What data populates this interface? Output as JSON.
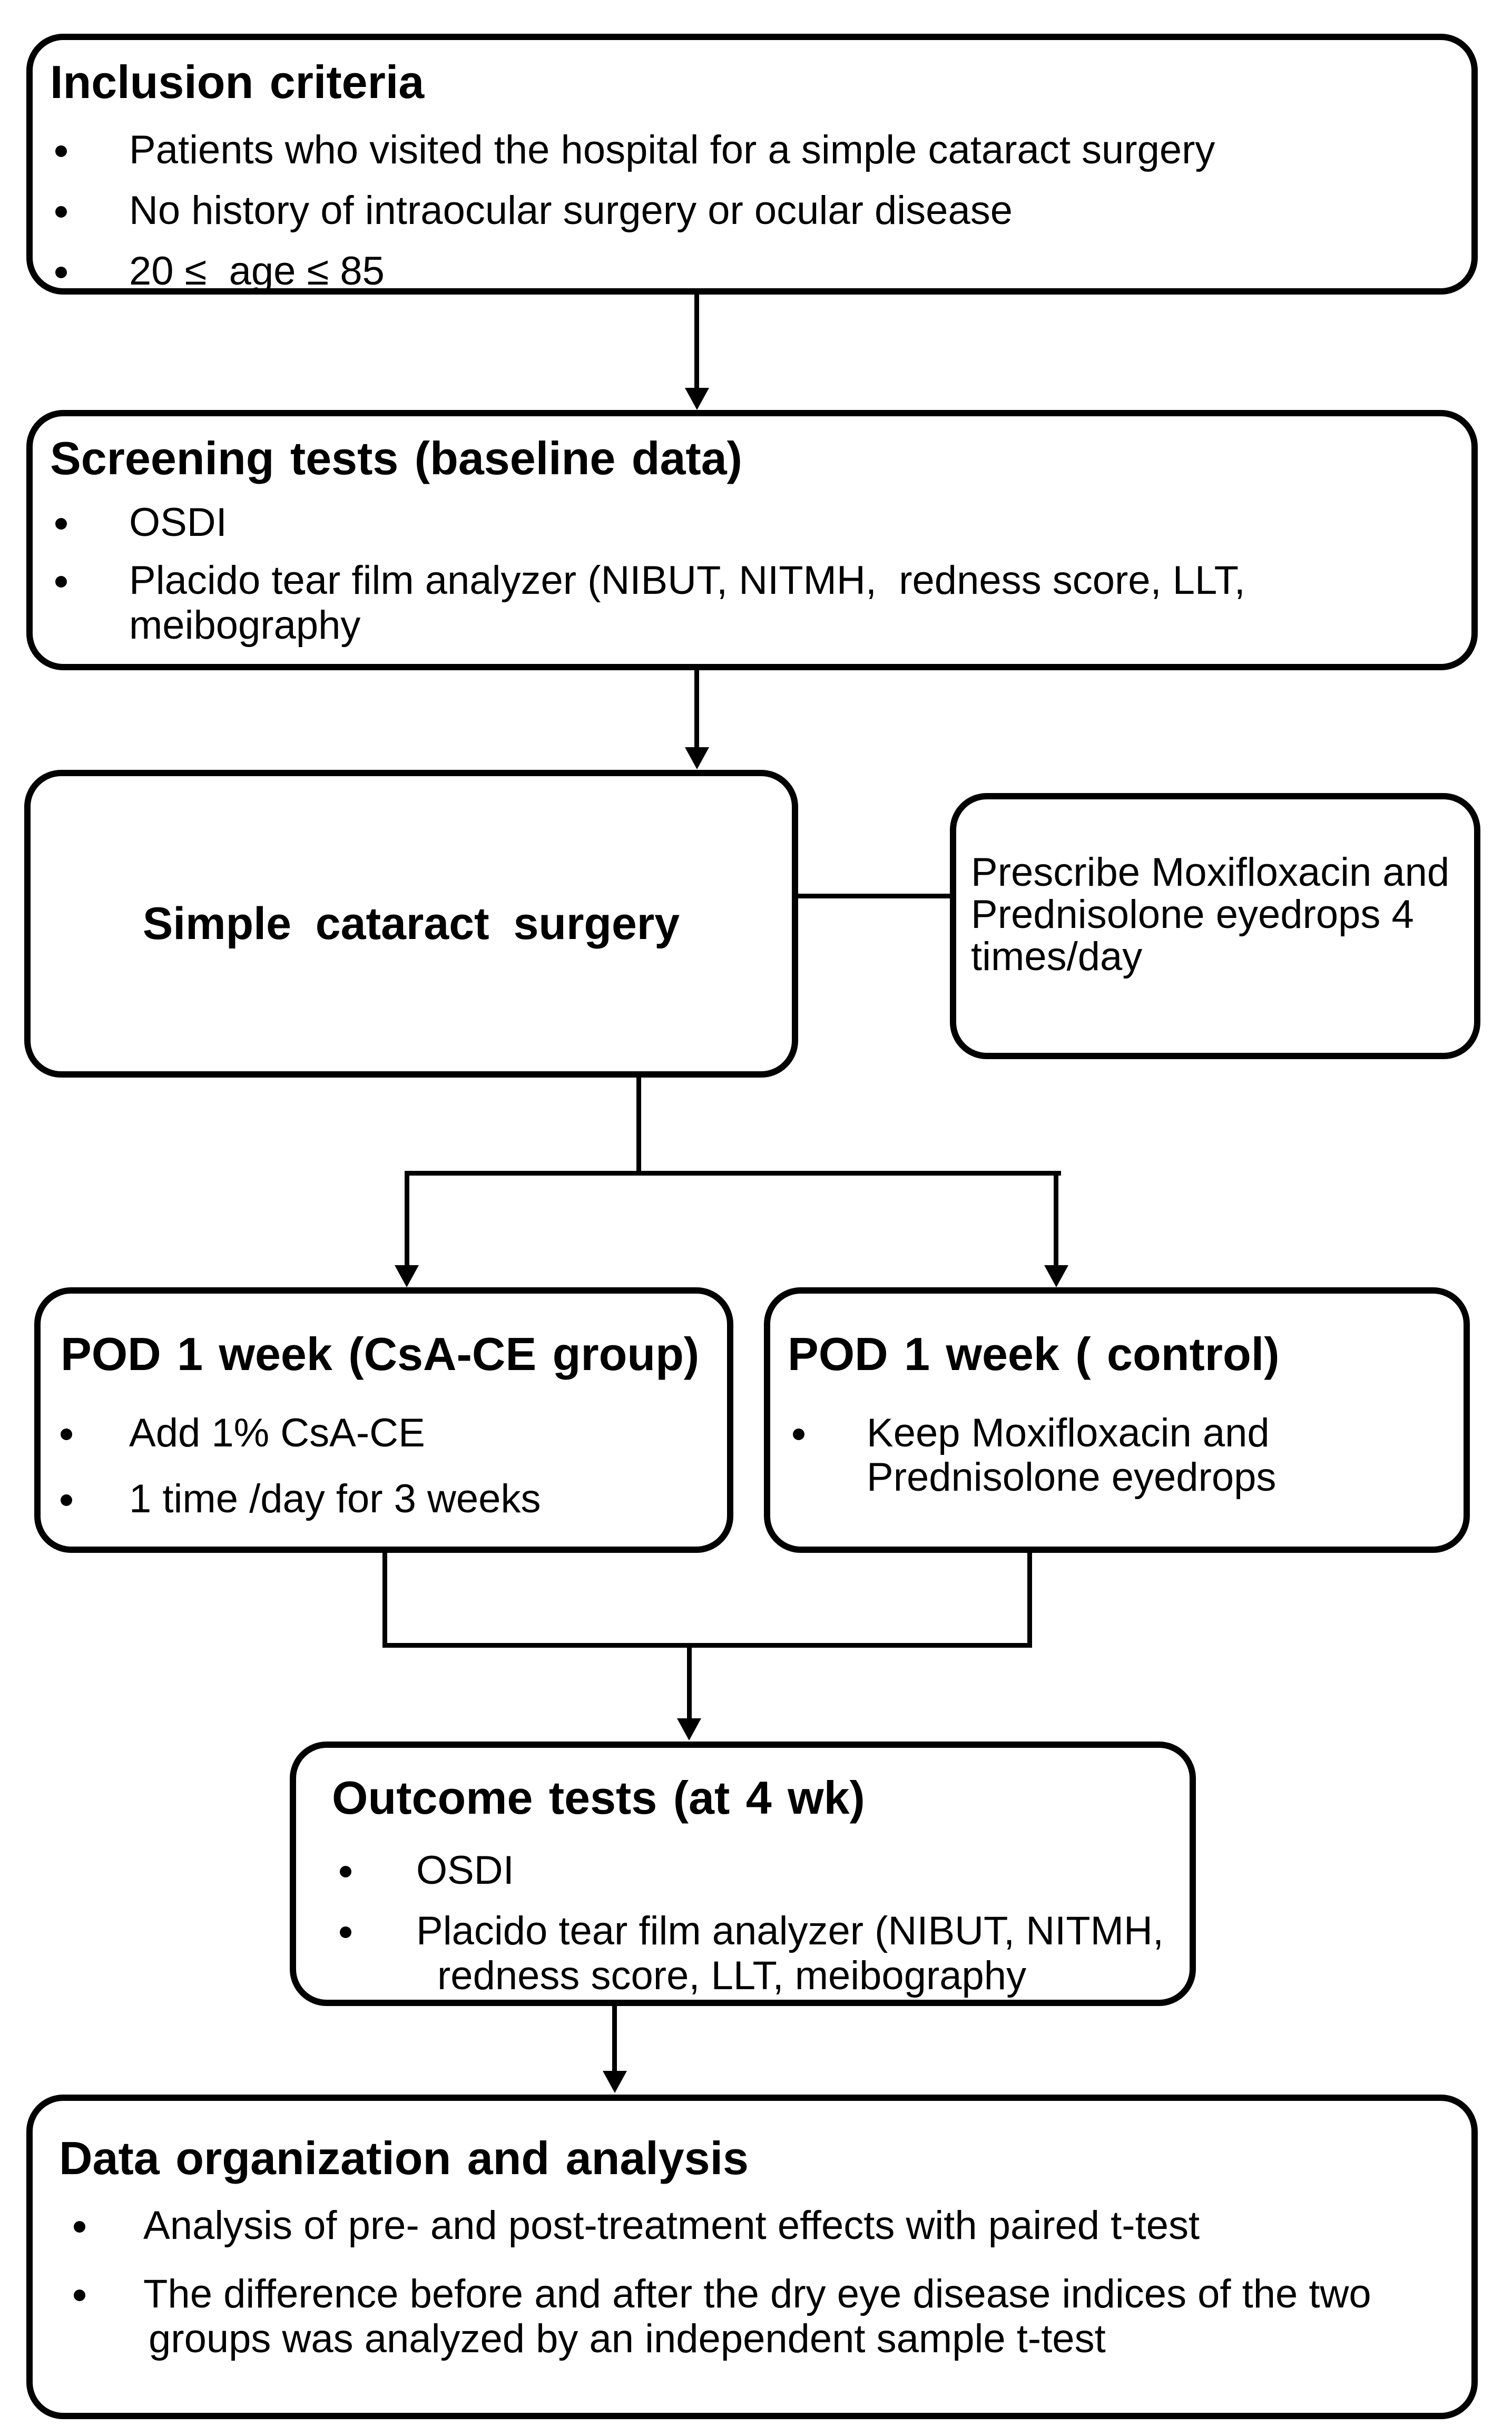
{
  "boxes": {
    "inclusion": {
      "title": "Inclusion criteria",
      "bullets": [
        "Patients who visited the hospital for a simple cataract surgery",
        "No history of intraocular surgery or ocular disease",
        "20 ≤  age ≤ 85"
      ]
    },
    "screening": {
      "title": "Screening tests (baseline data)",
      "bullet1": "OSDI",
      "bullet2_line1": "Placido tear film analyzer (NIBUT, NITMH,  redness score, LLT,",
      "bullet2_line2": "meibography"
    },
    "surgery": {
      "label": "Simple cataract surgery"
    },
    "prescribe": {
      "line1": "Prescribe Moxifloxacin and",
      "line2": "Prednisolone eyedrops 4",
      "line3": "times/day"
    },
    "pod_csa": {
      "title": "POD 1 week (CsA-CE group)",
      "bullets": [
        "Add 1% CsA-CE",
        "1 time /day for 3 weeks"
      ]
    },
    "pod_control": {
      "title": "POD 1 week ( control)",
      "bullet_line1": "Keep Moxifloxacin and",
      "bullet_line2": "Prednisolone eyedrops"
    },
    "outcome": {
      "title": "Outcome tests (at 4 wk)",
      "bullet1": "OSDI",
      "bullet2_line1": "Placido tear film analyzer (NIBUT, NITMH,",
      "bullet2_line2": "redness score, LLT, meibography"
    },
    "analysis": {
      "title": "Data organization and analysis",
      "bullet1": "Analysis of pre- and post-treatment effects with paired t-test",
      "bullet2_line1": "The difference before and after the dry eye disease indices of the two",
      "bullet2_line2": "groups was analyzed by an independent sample t-test"
    }
  },
  "colors": {
    "line": "#000000",
    "background": "#ffffff"
  }
}
